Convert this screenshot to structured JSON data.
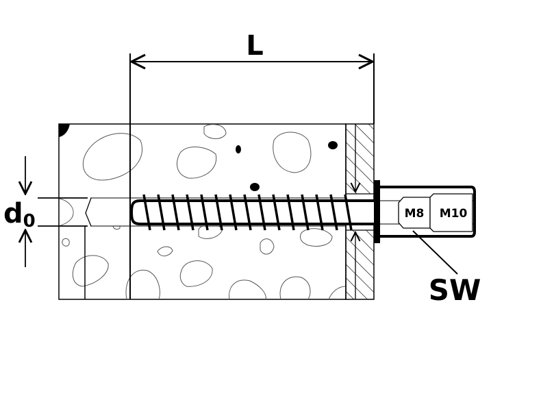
{
  "labels": {
    "length": "L",
    "drill_diameter": "d",
    "drill_diameter_sub": "0",
    "wrench_size": "SW",
    "thread_small": "M8",
    "thread_large": "M10"
  },
  "colors": {
    "line": "#000000",
    "aggregate": "#555555",
    "background": "#ffffff"
  }
}
